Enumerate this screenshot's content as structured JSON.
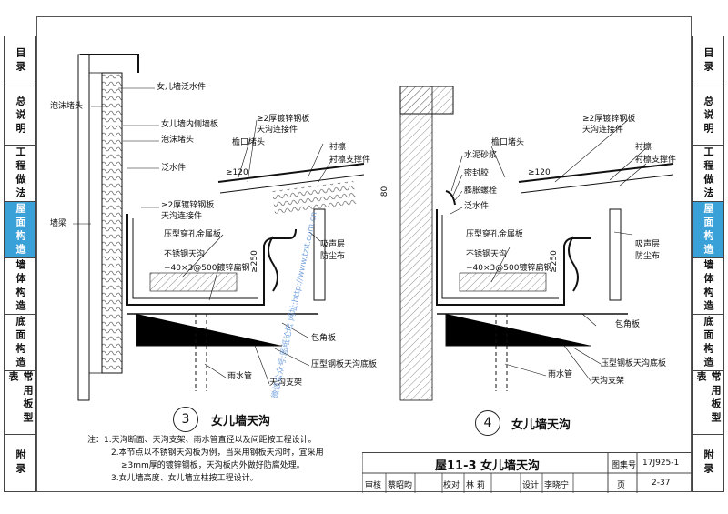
{
  "left_tabs": [
    {
      "label": "目录",
      "active": false
    },
    {
      "label": "总说明",
      "active": false
    },
    {
      "label": "工程做法",
      "active": false
    },
    {
      "label": "屋面构造",
      "active": true
    },
    {
      "label": "墙体构造",
      "active": false
    },
    {
      "label": "底面构造",
      "active": false
    },
    {
      "label": "常用板型表",
      "active": false
    },
    {
      "label": "附录",
      "active": false
    }
  ],
  "right_tabs": [
    {
      "label": "目录",
      "active": false
    },
    {
      "label": "总说明",
      "active": false
    },
    {
      "label": "工程做法",
      "active": false
    },
    {
      "label": "屋面构造",
      "active": true
    },
    {
      "label": "墙体构造",
      "active": false
    },
    {
      "label": "底面构造",
      "active": false
    },
    {
      "label": "常用板型表",
      "active": false
    },
    {
      "label": "附录",
      "active": false
    }
  ],
  "detail3": {
    "number": "3",
    "caption": "女儿墙天沟",
    "labels": {
      "parapet_flashing": "女儿墙泛水件",
      "foam_plug": "泡沫堵头",
      "parapet_inner_panel": "女儿墙内侧墙板",
      "foam_plug2": "泡沫堵头",
      "flashing": "泛水件",
      "wall_beam": "墙梁",
      "steel_plate": "≥2厚镀锌钢板",
      "gutter_conn": "天沟连接件",
      "steel_plate2": "≥2厚镀锌钢板",
      "gutter_conn2": "天沟连接件",
      "eave_plug": "檐口堵头",
      "purlin": "衬檩",
      "purlin_support": "衬檩支撑件",
      "perforated": "压型穿孔金属板",
      "ss_gutter": "不锈钢天沟",
      "flat_steel": "−40×3@500镀锌扁钢",
      "sound_layer": "吸声层",
      "dust_cloth": "防尘布",
      "corner": "包角板",
      "gutter_bottom": "压型钢板天沟底板",
      "drain_pipe": "雨水管",
      "gutter_bracket": "天沟支架",
      "dim120": "≥120",
      "dim250": "≥250"
    }
  },
  "detail4": {
    "number": "4",
    "caption": "女儿墙天沟",
    "labels": {
      "steel_plate": "≥2厚镀锌钢板",
      "gutter_conn": "天沟连接件",
      "eave_plug": "檐口堵头",
      "cement": "水泥砂浆",
      "sealant": "密封胶",
      "bolt": "膨胀螺栓",
      "flashing": "泛水件",
      "purlin": "衬檩",
      "purlin_support": "衬檩支撑件",
      "perforated": "压型穿孔金属板",
      "ss_gutter": "不锈钢天沟",
      "flat_steel": "−40×3@500镀锌扁钢",
      "sound_layer": "吸声层",
      "dust_cloth": "防尘布",
      "corner": "包角板",
      "gutter_bottom": "压型钢板天沟底板",
      "drain_pipe": "雨水管",
      "gutter_bracket": "天沟支架",
      "dim120": "≥120",
      "dim250": "≥250",
      "dim_side": "80"
    }
  },
  "notes": [
    "注：1.天沟断面、天沟支架、雨水管直径以及间距按工程设计。",
    "2.本节点以不锈钢天沟板为例，当采用钢板天沟时，宜采用",
    "≥3mm厚的镀锌钢板，天沟板内外做好防腐处理。",
    "3.女儿墙高度、女儿墙立柱按工程设计。"
  ],
  "title_block": {
    "title": "屋11-3 女儿墙天沟",
    "atlas_label": "图集号",
    "atlas_no": "17J925-1",
    "review_label": "审核",
    "reviewer": "蔡昭昀",
    "check_label": "校对",
    "checker": "林 莉",
    "design_label": "设计",
    "designer": "李晓宁",
    "page_label": "页",
    "page_no": "2-37"
  },
  "watermark": "微信公众号:图纸论坛 网址:http://www.tzlt.com.cn"
}
